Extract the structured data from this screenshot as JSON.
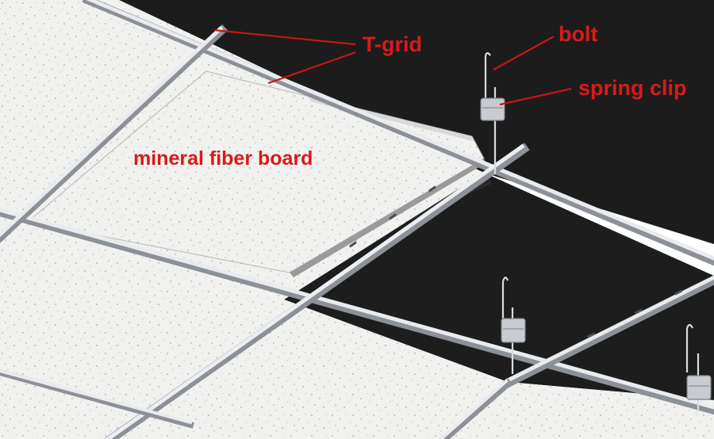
{
  "labels": {
    "t_grid": "T-grid",
    "bolt": "bolt",
    "spring_clip": "spring clip",
    "board": "mineral fiber board"
  },
  "colors": {
    "label": "#d81a1a",
    "leader": "#c41616",
    "void": "#1c1c1c",
    "tile": "#f0f0ee",
    "grid_metal": "#c9ccd1"
  },
  "icons": [
    "bolt-icon",
    "spring-clip-icon",
    "t-grid-icon"
  ]
}
